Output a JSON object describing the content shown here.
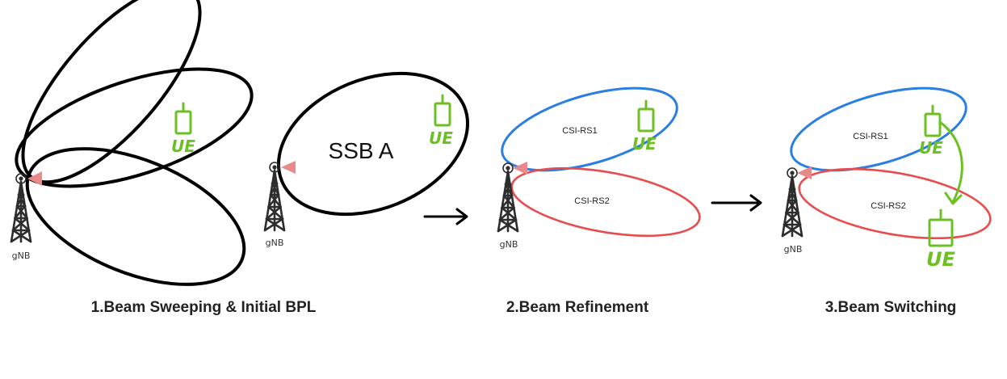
{
  "colors": {
    "beam_sweep": "#000000",
    "csi_rs1": "#2b7fe0",
    "csi_rs2": "#e84c4c",
    "ue": "#6cc024",
    "tower": "#2d2d2d",
    "pointer": "#e88a8a"
  },
  "icons": {
    "tower": "cell-tower-icon",
    "ue": "ue-device-icon",
    "arrow": "arrow-right-icon"
  },
  "panel1": {
    "gnb_label": "gNB",
    "ue_label": "UE",
    "caption": "1.Beam Sweeping & Initial BPL"
  },
  "panel1b": {
    "gnb_label": "gNB",
    "ue_label": "UE",
    "ssb_label": "SSB A"
  },
  "panel2": {
    "gnb_label": "gNB",
    "ue_label": "UE",
    "csi_rs1_label": "CSI-RS1",
    "csi_rs2_label": "CSI-RS2",
    "caption": "2.Beam Refinement"
  },
  "panel3": {
    "gnb_label": "gNB",
    "ue_label_top": "UE",
    "ue_label_bottom": "UE",
    "csi_rs1_label": "CSI-RS1",
    "csi_rs2_label": "CSI-RS2",
    "caption": "3.Beam Switching"
  }
}
